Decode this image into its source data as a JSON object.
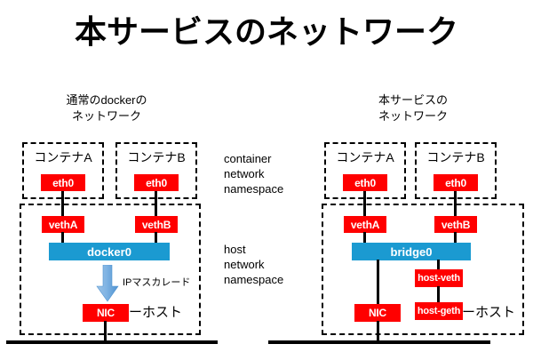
{
  "title": "本サービスのネットワーク",
  "namespace_captions": {
    "container": "container\nnetwork\nnamespace",
    "container_line1": "container",
    "container_line2": "network",
    "container_line3": "namespace",
    "host_line1": "host",
    "host_line2": "network",
    "host_line3": "namespace"
  },
  "colors": {
    "node_red": "#ff0000",
    "bridge_teal": "#1b9ad1",
    "arrow_blue": "#5b9bd5",
    "line_black": "#000000",
    "background": "#ffffff"
  },
  "left_diagram": {
    "heading_line1": "通常のdockerの",
    "heading_line2": "ネットワーク",
    "container_a": {
      "label": "コンテナA",
      "nic": "eth0"
    },
    "container_b": {
      "label": "コンテナB",
      "nic": "eth0"
    },
    "veth_a": "vethA",
    "veth_b": "vethB",
    "bridge": "docker0",
    "arrow_label": "IPマスカレード",
    "nic": "NIC",
    "host_callout": "ーホスト"
  },
  "right_diagram": {
    "heading_line1": "本サービスの",
    "heading_line2": "ネットワーク",
    "container_a": {
      "label": "コンテナA",
      "nic": "eth0"
    },
    "container_b": {
      "label": "コンテナB",
      "nic": "eth0"
    },
    "veth_a": "vethA",
    "veth_b": "vethB",
    "bridge": "bridge0",
    "host_veth": "host-veth",
    "host_geth": "host-geth",
    "nic": "NIC",
    "host_callout": "ーホスト"
  }
}
